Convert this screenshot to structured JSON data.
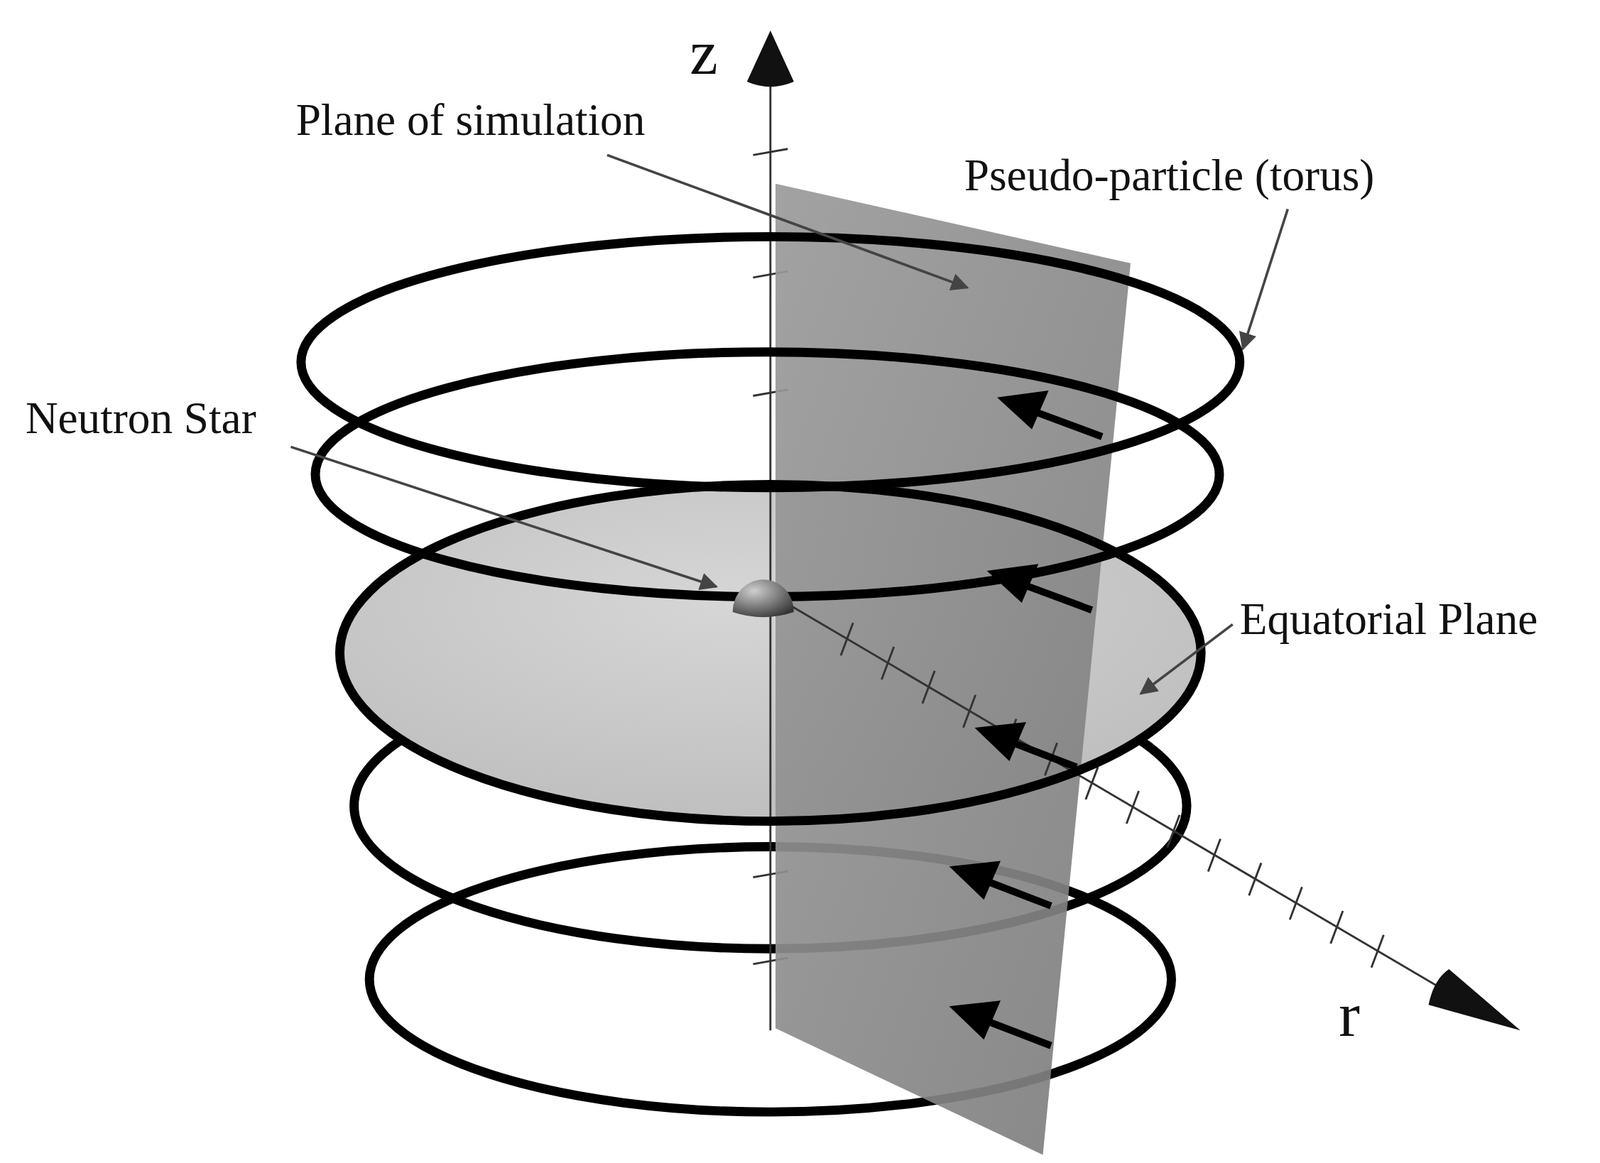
{
  "diagram": {
    "labels": [
      "z",
      "Plane of simulation",
      "Pseudo-particle (torus)",
      "Neutron Star",
      "Equatorial Plane",
      "r"
    ]
  }
}
